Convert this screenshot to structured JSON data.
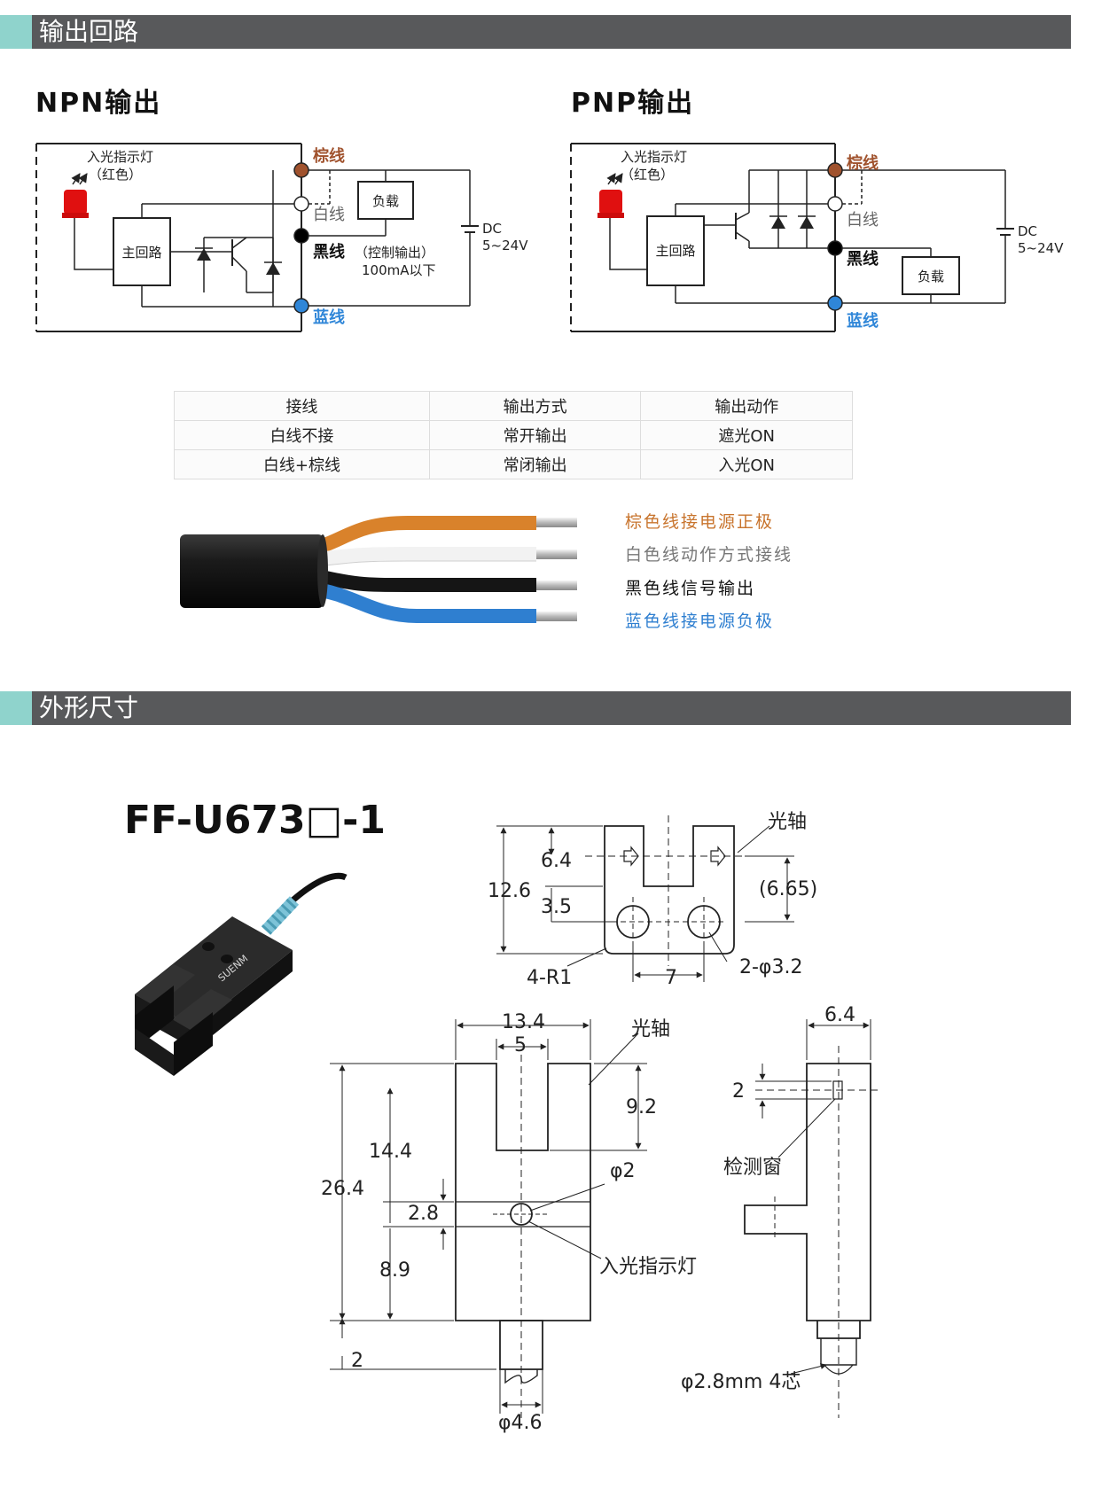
{
  "sections": {
    "output_circuit": "输出回路",
    "dimensions": "外形尺寸"
  },
  "npn": {
    "title": "NPN输出",
    "indicator": "入光指示灯",
    "indicator_color": "（红色）",
    "main_circuit": "主回路",
    "load": "负载",
    "brown": "棕线",
    "white": "白线",
    "black": "黑线",
    "control_output": "（控制输出）",
    "current": "100mA以下",
    "blue": "蓝线",
    "dc": "DC",
    "voltage": "5~24V"
  },
  "pnp": {
    "title": "PNP输出",
    "indicator": "入光指示灯",
    "indicator_color": "（红色）",
    "main_circuit": "主回路",
    "load": "负载",
    "brown": "棕线",
    "white": "白线",
    "black": "黑线",
    "blue": "蓝线",
    "dc": "DC",
    "voltage": "5~24V"
  },
  "wiring_table": {
    "headers": [
      "接线",
      "输出方式",
      "输出动作"
    ],
    "rows": [
      [
        "白线不接",
        "常开输出",
        "遮光ON"
      ],
      [
        "白线+棕线",
        "常闭输出",
        "入光ON"
      ]
    ]
  },
  "cable_legend": [
    {
      "text": "棕色线接电源正极",
      "color": "#c8742d"
    },
    {
      "text": "白色线动作方式接线",
      "color": "#777777"
    },
    {
      "text": "黑色线信号输出",
      "color": "#111111"
    },
    {
      "text": "蓝色线接电源负极",
      "color": "#2f7fd0"
    }
  ],
  "model": "FF-U673□-1",
  "product_label": "SUENM",
  "top_view": {
    "optical_axis": "光轴",
    "dim_6_4": "6.4",
    "dim_12_6": "12.6",
    "dim_3_5": "3.5",
    "dim_6_65": "(6.65)",
    "dim_4_r1": "4-R1",
    "dim_7": "7",
    "dim_2_phi3_2": "2-φ3.2"
  },
  "front_view": {
    "dim_13_4": "13.4",
    "dim_5": "5",
    "optical_axis": "光轴",
    "dim_9_2": "9.2",
    "dim_14_4": "14.4",
    "dim_26_4": "26.4",
    "dim_phi2": "φ2",
    "dim_2_8": "2.8",
    "indicator": "入光指示灯",
    "dim_8_9": "8.9",
    "dim_2": "2",
    "dim_phi4_6": "φ4.6"
  },
  "side_view": {
    "dim_6_4": "6.4",
    "dim_2": "2",
    "detection_window": "检测窗",
    "cable": "φ2.8mm 4芯"
  },
  "colors": {
    "brown": "#a0522d",
    "blue": "#2f86d8",
    "red_led": "#e01010",
    "bar": "#58595b",
    "accent": "#8fd3cc"
  }
}
